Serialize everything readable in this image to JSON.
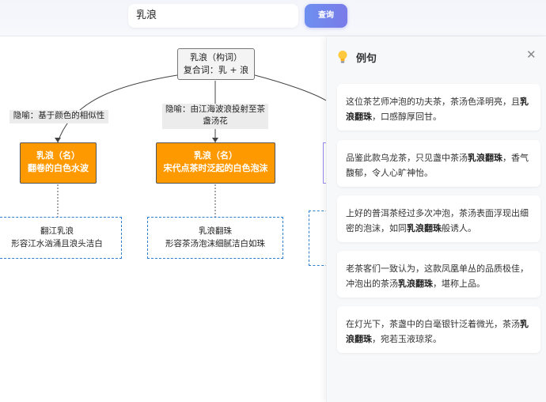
{
  "search": {
    "value": "乳浪",
    "button_label": "查询"
  },
  "diagram": {
    "root": {
      "line1": "乳浪（构词）",
      "line2": "复合词：乳 + 浪"
    },
    "edges": [
      {
        "label": "隐喻：基于颜色的相似性"
      },
      {
        "label_line1": "隐喻：由江海波浪投射至茶",
        "label_line2": "盏汤花"
      }
    ],
    "senses": [
      {
        "line1": "乳浪（名）",
        "line2": "翻卷的白色水波"
      },
      {
        "line1": "乳浪（名）",
        "line2": "宋代点茶时泛起的白色泡沫"
      }
    ],
    "examples": [
      {
        "line1": "翻江乳浪",
        "line2": "形容江水汹涌且浪头洁白"
      },
      {
        "line1": "乳浪翻珠",
        "line2": "形容茶汤泡沫细腻洁白如珠"
      }
    ],
    "colors": {
      "sense_fill": "#ff9900",
      "example_border": "#2f7fcf"
    }
  },
  "panel": {
    "title": "例句",
    "icon": "lightbulb-icon",
    "close_icon": "close-icon",
    "sentences": [
      {
        "pre": "这位茶艺师冲泡的功夫茶，茶汤色泽明亮，且",
        "bold": "乳浪翻珠",
        "post": "，口感醇厚回甘。"
      },
      {
        "pre": "品鉴此款乌龙茶，只见盏中茶汤",
        "bold": "乳浪翻珠",
        "post": "，香气馥郁，令人心旷神怡。"
      },
      {
        "pre": "上好的普洱茶经过多次冲泡，茶汤表面浮现出细密的泡沫，如同",
        "bold": "乳浪翻珠",
        "post": "般诱人。"
      },
      {
        "pre": "老茶客们一致认为，这款凤凰单丛的品质极佳，冲泡出的茶汤",
        "bold": "乳浪翻珠",
        "post": "，堪称上品。"
      },
      {
        "pre": "在灯光下，茶盏中的白毫银针泛着微光，茶汤",
        "bold": "乳浪翻珠",
        "post": "，宛若玉液琼浆。"
      }
    ]
  }
}
